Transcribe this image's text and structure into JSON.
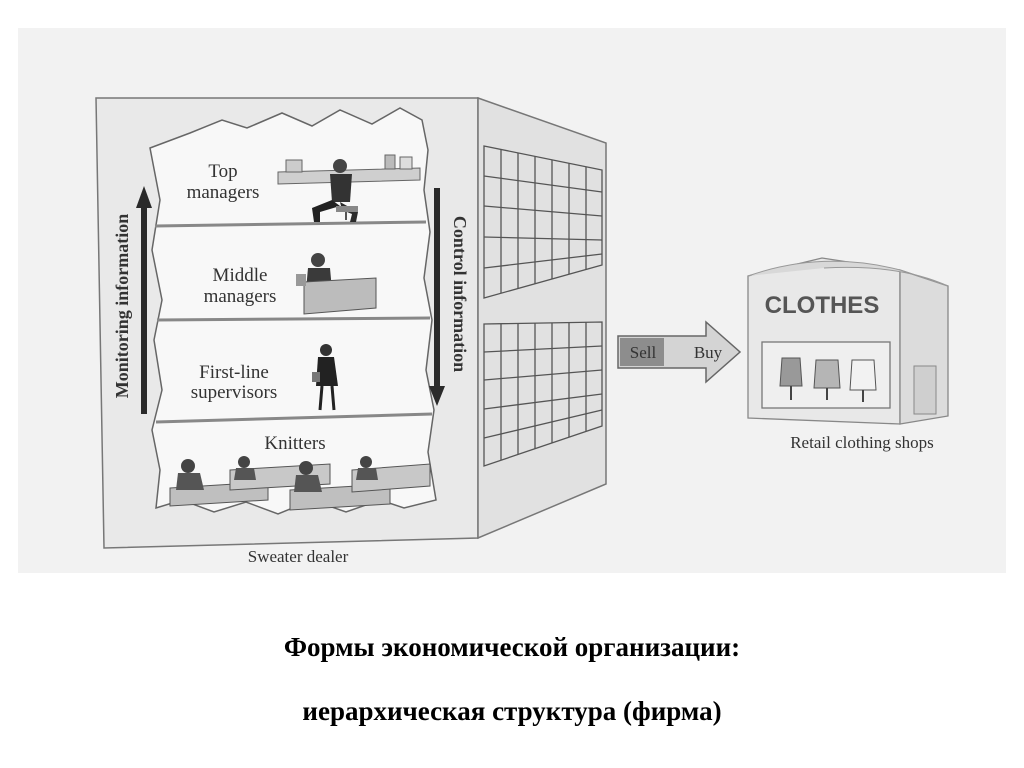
{
  "diagram": {
    "building": {
      "levels": [
        {
          "id": "top",
          "label_lines": [
            "Top",
            "managers"
          ]
        },
        {
          "id": "middle",
          "label_lines": [
            "Middle",
            "managers"
          ]
        },
        {
          "id": "first",
          "label_lines": [
            "First-line",
            "supervisors"
          ]
        },
        {
          "id": "knitters",
          "label_lines": [
            "Knitters"
          ]
        }
      ],
      "monitoring_label": "Monitoring information",
      "control_label": "Control information",
      "caption": "Sweater dealer"
    },
    "arrow": {
      "left_label": "Sell",
      "right_label": "Buy"
    },
    "shop": {
      "sign": "CLOTHES",
      "caption": "Retail clothing shops"
    }
  },
  "slide_caption": {
    "line1": "Формы экономической организации:",
    "line2": "иерархическая структура (фирма)"
  }
}
